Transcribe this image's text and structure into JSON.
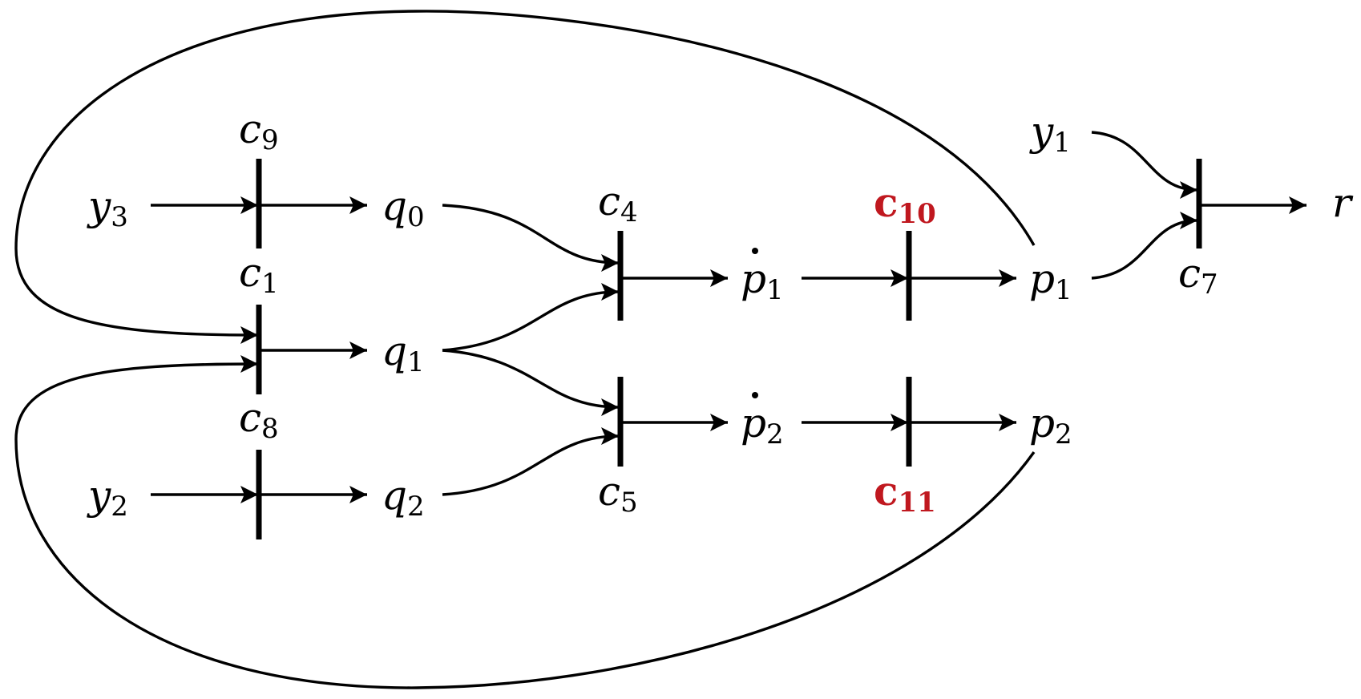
{
  "colors": {
    "ink": "#000000",
    "highlight": "#c0181f",
    "background": "#ffffff"
  },
  "nodes": {
    "y3": {
      "base": "y",
      "sub": "3"
    },
    "y2": {
      "base": "y",
      "sub": "2"
    },
    "y1": {
      "base": "y",
      "sub": "1"
    },
    "q0": {
      "base": "q",
      "sub": "0"
    },
    "q1": {
      "base": "q",
      "sub": "1"
    },
    "q2": {
      "base": "q",
      "sub": "2"
    },
    "pdot1": {
      "base": "p",
      "sub": "1"
    },
    "pdot2": {
      "base": "p",
      "sub": "2"
    },
    "p1": {
      "base": "p",
      "sub": "1"
    },
    "p2": {
      "base": "p",
      "sub": "2"
    },
    "r": {
      "base": "r"
    }
  },
  "transitions": {
    "c9": {
      "base": "c",
      "sub": "9"
    },
    "c1": {
      "base": "c",
      "sub": "1"
    },
    "c8": {
      "base": "c",
      "sub": "8"
    },
    "c4": {
      "base": "c",
      "sub": "4"
    },
    "c5": {
      "base": "c",
      "sub": "5"
    },
    "c10": {
      "base": "c",
      "sub": "10"
    },
    "c11": {
      "base": "c",
      "sub": "11"
    },
    "c7": {
      "base": "c",
      "sub": "7"
    }
  }
}
